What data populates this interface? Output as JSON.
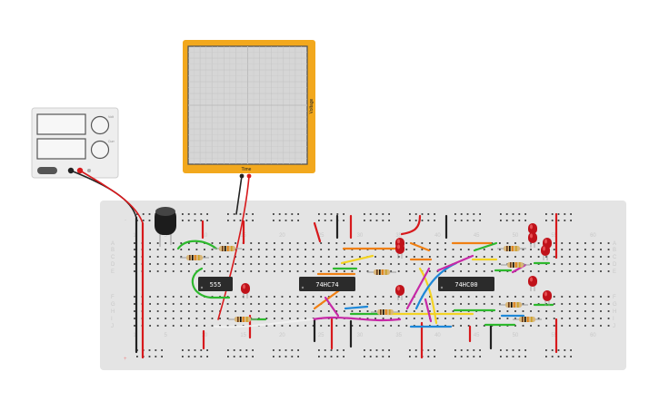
{
  "power_supply": {
    "name": "DC Power Supply",
    "knob_labels": [
      "Volt",
      "Curr"
    ],
    "colors": {
      "body": "#eeeeee",
      "display": "#f6f6f6",
      "pos_lead": "#d7191c",
      "neg_lead": "#222222"
    }
  },
  "oscilloscope": {
    "x_axis_label": "Time",
    "y_axis_label": "Voltage",
    "colors": {
      "frame": "#f2a81d",
      "screen": "#d6d6d6",
      "grid": "#bdbdbd"
    }
  },
  "breadboard": {
    "column_numbers_top": [
      "1",
      "5",
      "10",
      "15",
      "20",
      "25",
      "30",
      "35",
      "40",
      "45",
      "50",
      "55",
      "60"
    ],
    "column_numbers_bottom": [
      "1",
      "5",
      "10",
      "15",
      "20",
      "25",
      "30",
      "35",
      "40",
      "45",
      "50",
      "55",
      "60"
    ],
    "row_letters_top": [
      "A",
      "B",
      "C",
      "D",
      "E"
    ],
    "row_letters_bottom": [
      "F",
      "G",
      "H",
      "I",
      "J"
    ],
    "rail_signs": [
      "-",
      "+"
    ],
    "colors": {
      "board": "#e4e4e4",
      "hole": "#3a3a3a"
    }
  },
  "chips": [
    {
      "id": "u1",
      "label": "555"
    },
    {
      "id": "u2",
      "label": "74HC74"
    },
    {
      "id": "u3",
      "label": "74HC00"
    }
  ],
  "capacitor": {
    "name": "electrolytic-capacitor"
  },
  "leds": {
    "color": "#c0121a",
    "count": 10
  },
  "resistors": {
    "count": 9
  },
  "wire_colors": {
    "red": "#d7191c",
    "black": "#222222",
    "green": "#2db82d",
    "orange": "#f07f13",
    "yellow": "#f3d323",
    "blue": "#1e88d8",
    "magenta": "#c629a6",
    "white": "#f0f0f0"
  }
}
